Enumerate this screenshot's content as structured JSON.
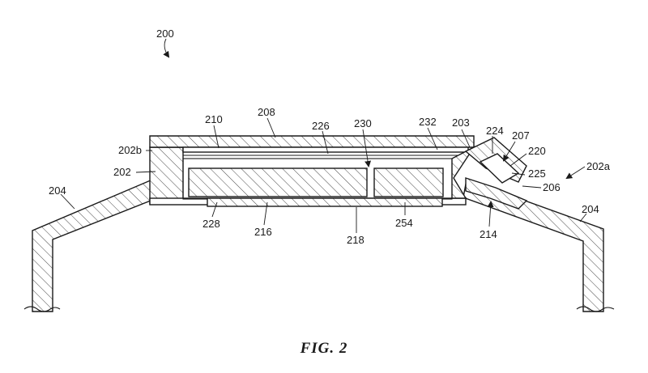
{
  "figure": {
    "caption": "FIG. 2",
    "labels": {
      "l200": "200",
      "l208": "208",
      "l210": "210",
      "l226": "226",
      "l230": "230",
      "l232": "232",
      "l203": "203",
      "l224": "224",
      "l207": "207",
      "l220": "220",
      "l225": "225",
      "l202a": "202a",
      "l206": "206",
      "l202b": "202b",
      "l202": "202",
      "l204_left": "204",
      "l204_right": "204",
      "l228": "228",
      "l216": "216",
      "l218": "218",
      "l254": "254",
      "l214": "214"
    }
  }
}
